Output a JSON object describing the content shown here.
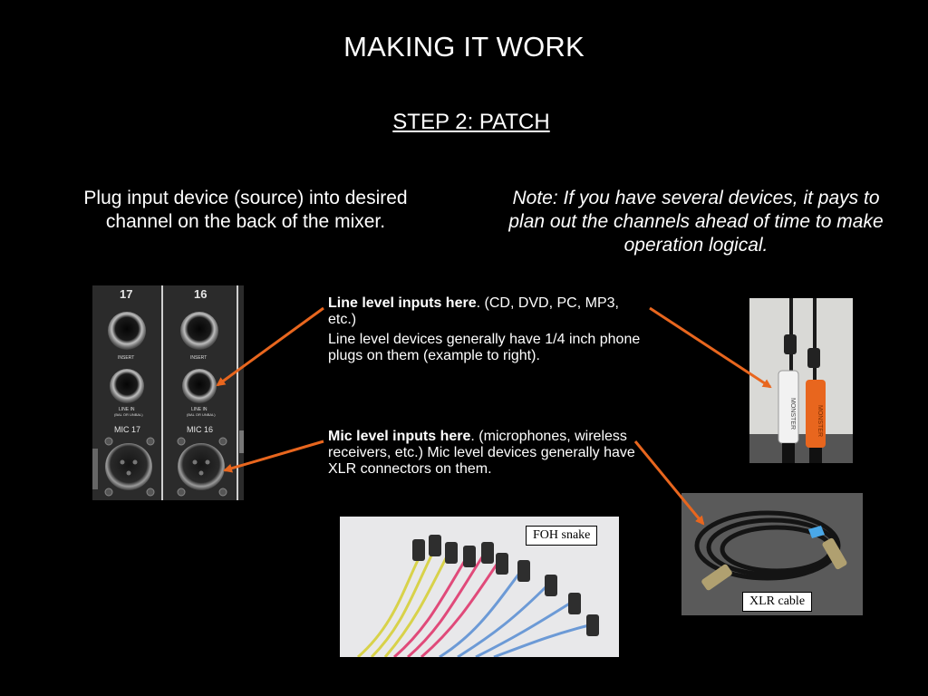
{
  "slide": {
    "title": "MAKING IT WORK",
    "subtitle": "STEP 2: PATCH",
    "left_text": "Plug input device (source) into desired channel on the back of the mixer.",
    "right_note": "Note: If you have several devices, it pays to plan out the channels ahead of time to make operation logical.",
    "line_level": {
      "heading": "Line level inputs here",
      "rest": ". (CD, DVD, PC, MP3, etc.)",
      "detail": "Line level devices generally have 1/4 inch phone plugs on them (example to right)."
    },
    "mic_level": {
      "heading": "Mic level inputs here",
      "rest": ". (microphones, wireless receivers, etc.) Mic level devices generally have XLR connectors on them."
    },
    "mixer_labels": {
      "ch17": "17",
      "ch16": "16",
      "insert": "INSERT",
      "line_in": "LINE IN",
      "bal": "(BAL OR UNBAL)",
      "mic17": "MIC 17",
      "mic16": "MIC 16"
    },
    "plug_marking": "MONSTER",
    "captions": {
      "foh": "FOH snake",
      "xlr": "XLR cable"
    }
  },
  "colors": {
    "background": "#000000",
    "text": "#ffffff",
    "arrow": "#e8661e"
  }
}
